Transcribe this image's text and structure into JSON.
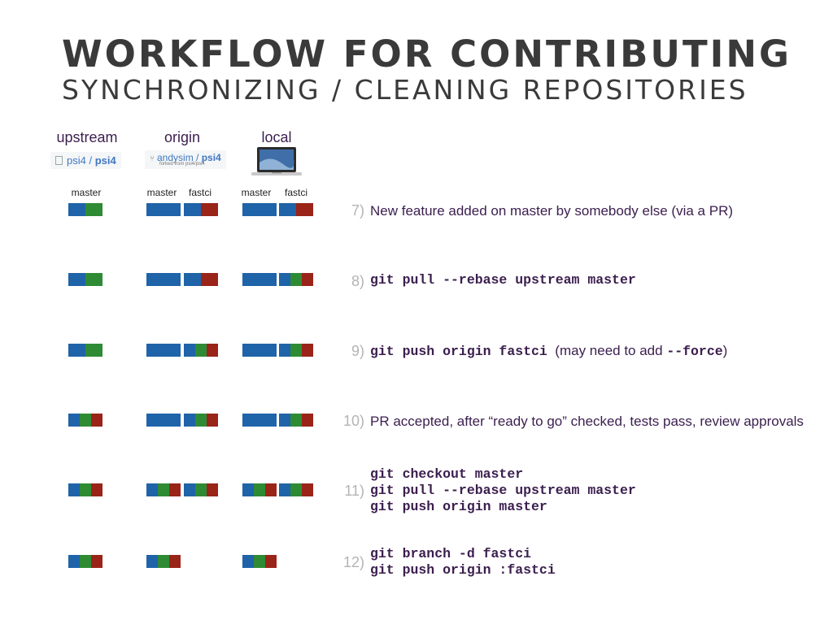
{
  "title": "WORKFLOW FOR CONTRIBUTING",
  "subtitle": "SYNCHRONIZING / CLEANING REPOSITORIES",
  "columns": {
    "upstream": {
      "label": "upstream",
      "repo_owner": "psi4",
      "repo_sep": " / ",
      "repo_name": "psi4",
      "branch_master": "master"
    },
    "origin": {
      "label": "origin",
      "repo_owner": "andysim",
      "repo_sep": " / ",
      "repo_name": "psi4",
      "forked_from": "forked from psi4/psi4",
      "branch_master": "master",
      "branch_fastci": "fastci"
    },
    "local": {
      "label": "local",
      "laptop_icon": "laptop-icon",
      "branch_master": "master",
      "branch_fastci": "fastci"
    }
  },
  "colors": {
    "base": "#1f63a8",
    "green": "#2e8b34",
    "red": "#9a2418",
    "text": "#3b1e4e",
    "step_number": "#b4b4b4"
  },
  "steps": [
    {
      "number": "7)",
      "text": "New feature added on master by somebody else (via a PR)"
    },
    {
      "number": "8)",
      "code": "git pull --rebase upstream master"
    },
    {
      "number": "9)",
      "code": "git push origin fastci",
      "text_before": "  (may need to add ",
      "code_inline": "--force",
      "text_after": ")"
    },
    {
      "number": "10)",
      "text": "PR accepted, after “ready to go” checked, tests pass, review approvals"
    },
    {
      "number": "11)",
      "code_lines": [
        "git checkout master",
        "git pull --rebase upstream master",
        "git push origin master"
      ]
    },
    {
      "number": "12)",
      "code_lines": [
        "git branch -d fastci",
        "git push origin :fastci"
      ]
    }
  ]
}
